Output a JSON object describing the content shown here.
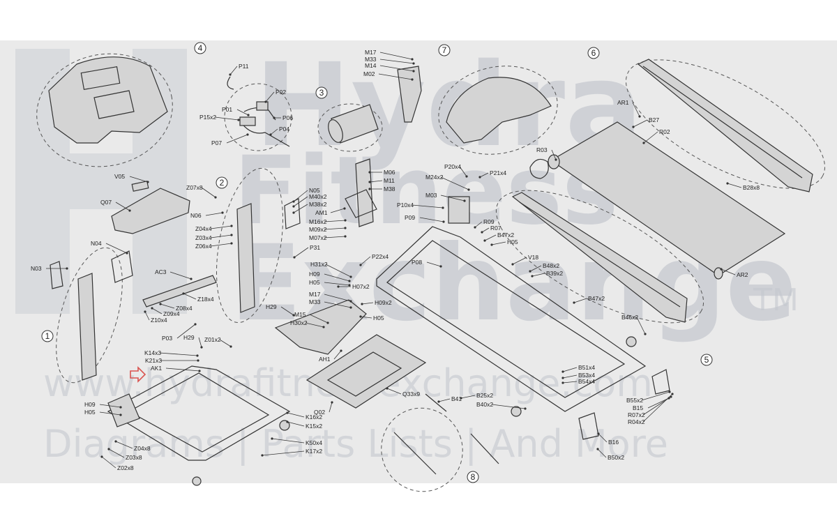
{
  "watermark": {
    "brand_lines": [
      "Hydra",
      "Fitness",
      "Exchange"
    ],
    "trademark": "TM",
    "site": "www.hydrafitnessexchange.com",
    "tagline": "Diagrams | Parts Lists | And More"
  },
  "assembly_numbers": [
    "1",
    "2",
    "3",
    "4",
    "5",
    "6",
    "7",
    "8"
  ],
  "part_labels": {
    "p11": "P11",
    "p02": "P02",
    "p01": "P01",
    "p15x2": "P15x2",
    "p06": "P06",
    "p04": "P04",
    "p07": "P07",
    "m17_top": "M17",
    "m33_top": "M33",
    "m14": "M14",
    "m02": "M02",
    "ar1": "AR1",
    "b27": "B27",
    "r02": "R02",
    "r03": "R03",
    "b28x8": "B28x8",
    "v05": "V05",
    "z07x8": "Z07x8",
    "q07": "Q07",
    "n06": "N06",
    "z04x4_mid": "Z04x4",
    "z03x4_mid": "Z03x4",
    "z06x4": "Z06x4",
    "n05": "N05",
    "m40x2": "M40x2",
    "m38x2": "M38x2",
    "am1": "AM1",
    "m16x2": "M16x2",
    "m09x2": "M09x2",
    "m07x2": "M07x2",
    "p31": "P31",
    "m06": "M06",
    "m11": "M11",
    "m38": "M38",
    "p20x4": "P20x4",
    "p21x4": "P21x4",
    "m24x2": "M24x2",
    "m03": "M03",
    "p10x4": "P10x4",
    "p09": "P09",
    "r09": "R09",
    "r07": "R07",
    "b47x2_top": "B47x2",
    "h05_a": "H05",
    "n04": "N04",
    "n03": "N03",
    "ac3": "AC3",
    "z18x4": "Z18x4",
    "z08x4": "Z08x4",
    "z09x4": "Z09x4",
    "z10x4": "Z10x4",
    "p03": "P03",
    "h31x2": "H31x2",
    "h09_a": "H09",
    "h05_b": "H05",
    "h07x2": "H07x2",
    "p22x4": "P22x4",
    "p08": "P08",
    "v18": "V18",
    "b48x2": "B48x2",
    "b39x2": "B39x2",
    "b47x2_mid": "B47x2",
    "ar2": "AR2",
    "m17_mid": "M17",
    "m33_mid": "M33",
    "h09x2": "H09x2",
    "h05_c": "H05",
    "h29_a": "H29",
    "m15": "M15",
    "h30x2": "H30x2",
    "ah1": "AH1",
    "b46x2": "B46x2",
    "h29_b": "H29",
    "z01x2": "Z01x2",
    "k14x3": "K14x3",
    "k21x3": "K21x3",
    "ak1": "AK1",
    "b51x4": "B51x4",
    "b53x4": "B53x4",
    "b54x4": "B54x4",
    "q33x9": "Q33x9",
    "b41": "B41",
    "b25x2": "B25x2",
    "b40x2": "B40x2",
    "b55x2": "B55x2",
    "b15": "B15",
    "r07x2": "R07x2",
    "r04x2": "R04x2",
    "h09_b": "H09",
    "h05_d": "H05",
    "q02": "Q02",
    "k16x2": "K16x2",
    "k15x2": "K15x2",
    "z04x8": "Z04x8",
    "z03x8": "Z03x8",
    "z02x8": "Z02x8",
    "k50x4": "K50x4",
    "k17x2": "K17x2",
    "b16": "B16",
    "b50x2": "B50x2"
  },
  "highlight_color": "#d9534f"
}
